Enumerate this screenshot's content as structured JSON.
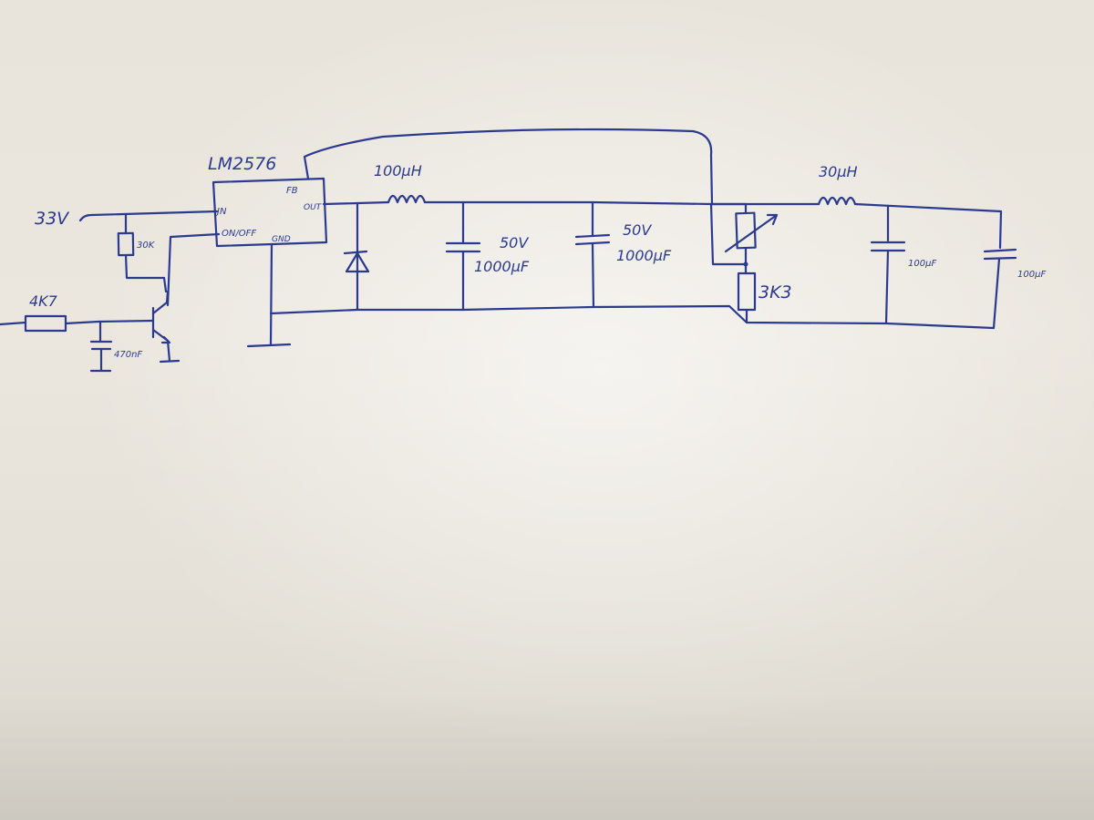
{
  "schematic": {
    "ic": {
      "name": "LM2576",
      "pins": {
        "fb": "FB",
        "in": "JN",
        "out": "OUT",
        "onoff": "ON/OFF",
        "gnd": "GND"
      }
    },
    "input_voltage": "33V",
    "components": {
      "pullup_resistor": "30K",
      "base_resistor": "4K7",
      "base_capacitor": "470nF",
      "main_inductor": "100µH",
      "cap1_voltage": "50V",
      "cap1_value": "1000µF",
      "cap2_voltage": "50V",
      "cap2_value": "1000µF",
      "divider_resistor": "3K3",
      "filter_inductor": "30µH",
      "filter_cap1": "100µF",
      "filter_cap2": "100µF"
    }
  },
  "colors": {
    "ink": "#2b3a8f",
    "paper": "#e8e4db"
  }
}
